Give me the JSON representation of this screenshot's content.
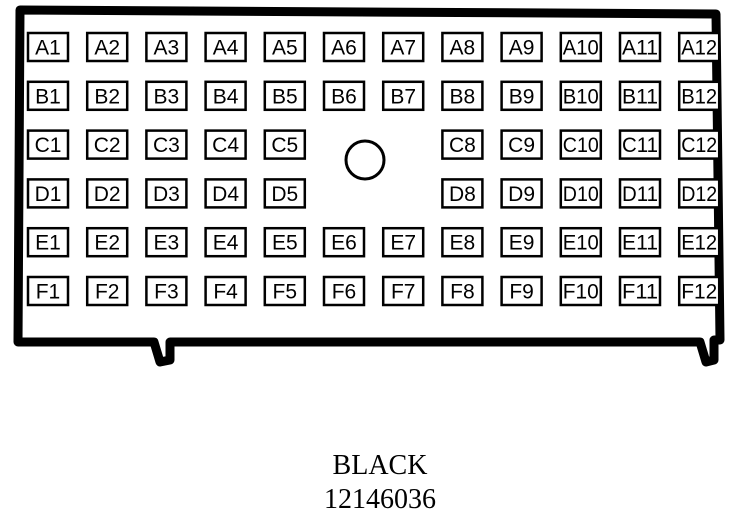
{
  "connector": {
    "color_label": "BLACK",
    "part_number": "12146036",
    "rows": [
      [
        "A1",
        "A2",
        "A3",
        "A4",
        "A5",
        "A6",
        "A7",
        "A8",
        "A9",
        "A10",
        "A11",
        "A12"
      ],
      [
        "B1",
        "B2",
        "B3",
        "B4",
        "B5",
        "B6",
        "B7",
        "B8",
        "B9",
        "B10",
        "B11",
        "B12"
      ],
      [
        "C1",
        "C2",
        "C3",
        "C4",
        "C5",
        "",
        "",
        "C8",
        "C9",
        "C10",
        "C11",
        "C12"
      ],
      [
        "D1",
        "D2",
        "D3",
        "D4",
        "D5",
        "",
        "",
        "D8",
        "D9",
        "D10",
        "D11",
        "D12"
      ],
      [
        "E1",
        "E2",
        "E3",
        "E4",
        "E5",
        "E6",
        "E7",
        "E8",
        "E9",
        "E10",
        "E11",
        "E12"
      ],
      [
        "F1",
        "F2",
        "F3",
        "F4",
        "F5",
        "F6",
        "F7",
        "F8",
        "F9",
        "F10",
        "F11",
        "F12"
      ]
    ],
    "colors": {
      "stroke": "#000000",
      "fill": "#ffffff"
    }
  }
}
